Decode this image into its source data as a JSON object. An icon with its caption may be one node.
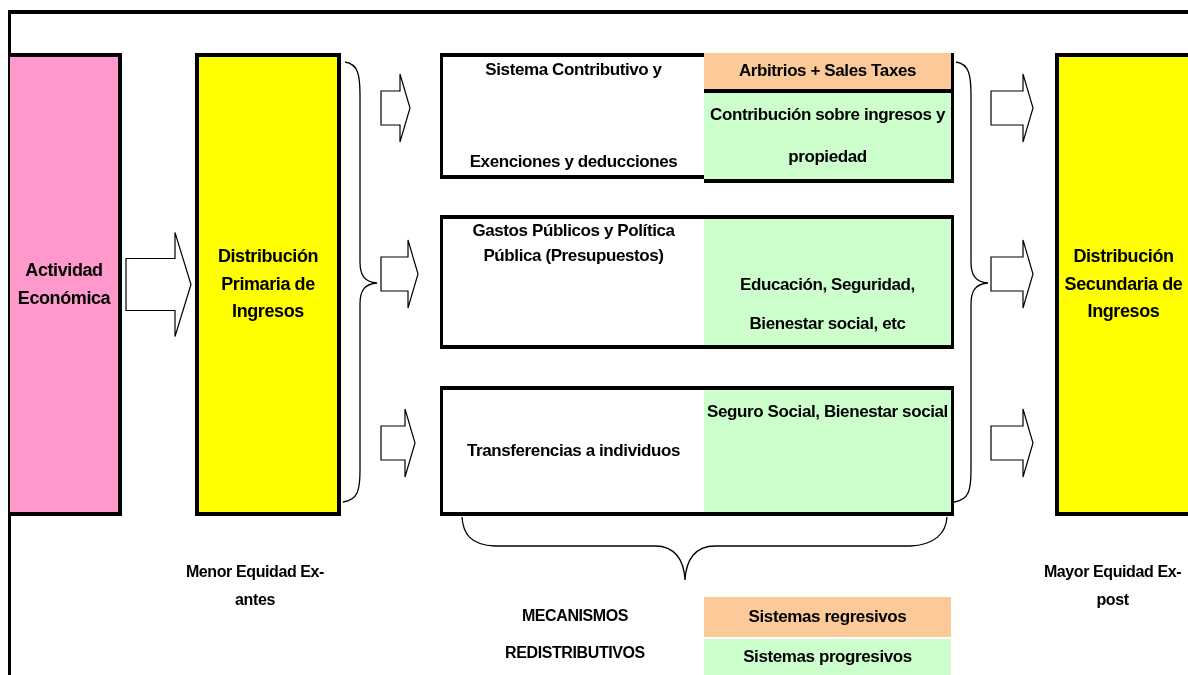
{
  "diagram": {
    "nodes": [
      {
        "text": [
          "Actividad Económica"
        ]
      },
      {
        "text": [
          "Distribución Primaria de Ingresos"
        ],
        "beside": [
          "Menor Equidad Ex-antes"
        ]
      },
      {
        "text": [
          "Sistema Contributivo y",
          "Exenciones y deducciones"
        ]
      },
      {
        "text": [
          "Arbitrios + Sales Taxes"
        ],
        "in": 2
      },
      {
        "text": [
          "Contribución sobre ingresos y propiedad"
        ],
        "in": 2
      },
      {
        "text": [
          "Gastos Públicos y Política Pública (Presupuestos)"
        ]
      },
      {
        "text": [
          "Educación, Seguridad, Bienestar social, etc"
        ],
        "in": 5
      },
      {
        "text": [
          "Transferencias a individuos"
        ]
      },
      {
        "text": [
          "Seguro Social, Bienestar social"
        ],
        "in": 7
      },
      {
        "text": [
          "Distribución Secundaria de Ingresos"
        ],
        "beside": [
          "Mayor Equidad Ex-post"
        ]
      }
    ],
    "edges": [
      {
        "from": 0,
        "to": 1,
        "arrow": "to"
      },
      {
        "from": 1,
        "to": 2,
        "arrow": "to"
      },
      {
        "from": 1,
        "to": 5,
        "arrow": "to"
      },
      {
        "from": 1,
        "to": 7,
        "arrow": "to"
      },
      {
        "from": 2,
        "to": 9,
        "arrow": "to"
      },
      {
        "from": 5,
        "to": 9,
        "arrow": "to"
      },
      {
        "from": 7,
        "to": 9,
        "arrow": "to"
      }
    ],
    "labels": [
      "MECANISMOS REDISTRIBUTIVOS"
    ],
    "legend": [
      {
        "text": "Sistemas regresivos",
        "color": "#fcc998"
      },
      {
        "text": "Sistemas progresivos",
        "color": "#ccffcc"
      }
    ]
  }
}
